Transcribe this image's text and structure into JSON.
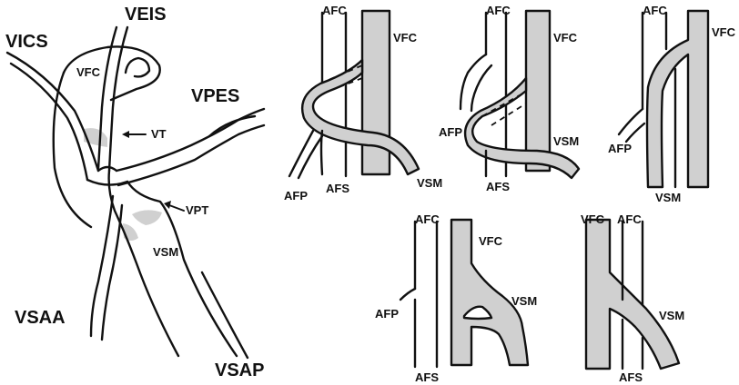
{
  "left_figure": {
    "labels": {
      "vics": "VICS",
      "veis": "VEIS",
      "vpes": "VPES",
      "vfc": "VFC",
      "vt": "VT",
      "vpt": "VPT",
      "vsm": "VSM",
      "vsaa": "VSAA",
      "vsap": "VSAP"
    }
  },
  "variant_1": {
    "afc": "AFC",
    "vfc": "VFC",
    "afp": "AFP",
    "afs": "AFS",
    "vsm": "VSM"
  },
  "variant_2": {
    "afc": "AFC",
    "vfc": "VFC",
    "afp": "AFP",
    "afs": "AFS",
    "vsm": "VSM"
  },
  "variant_3": {
    "afc": "AFC",
    "vfc": "VFC",
    "afp": "AFP",
    "vsm": "VSM"
  },
  "variant_4": {
    "afc": "AFC",
    "vfc": "VFC",
    "afp": "AFP",
    "afs": "AFS",
    "vsm": "VSM"
  },
  "variant_5": {
    "vfc": "VFC",
    "afc": "AFC",
    "afs": "AFS",
    "vsm": "VSM"
  },
  "colors": {
    "line": "#111111",
    "vein_fill": "#d0d0d0",
    "background": "#ffffff"
  }
}
